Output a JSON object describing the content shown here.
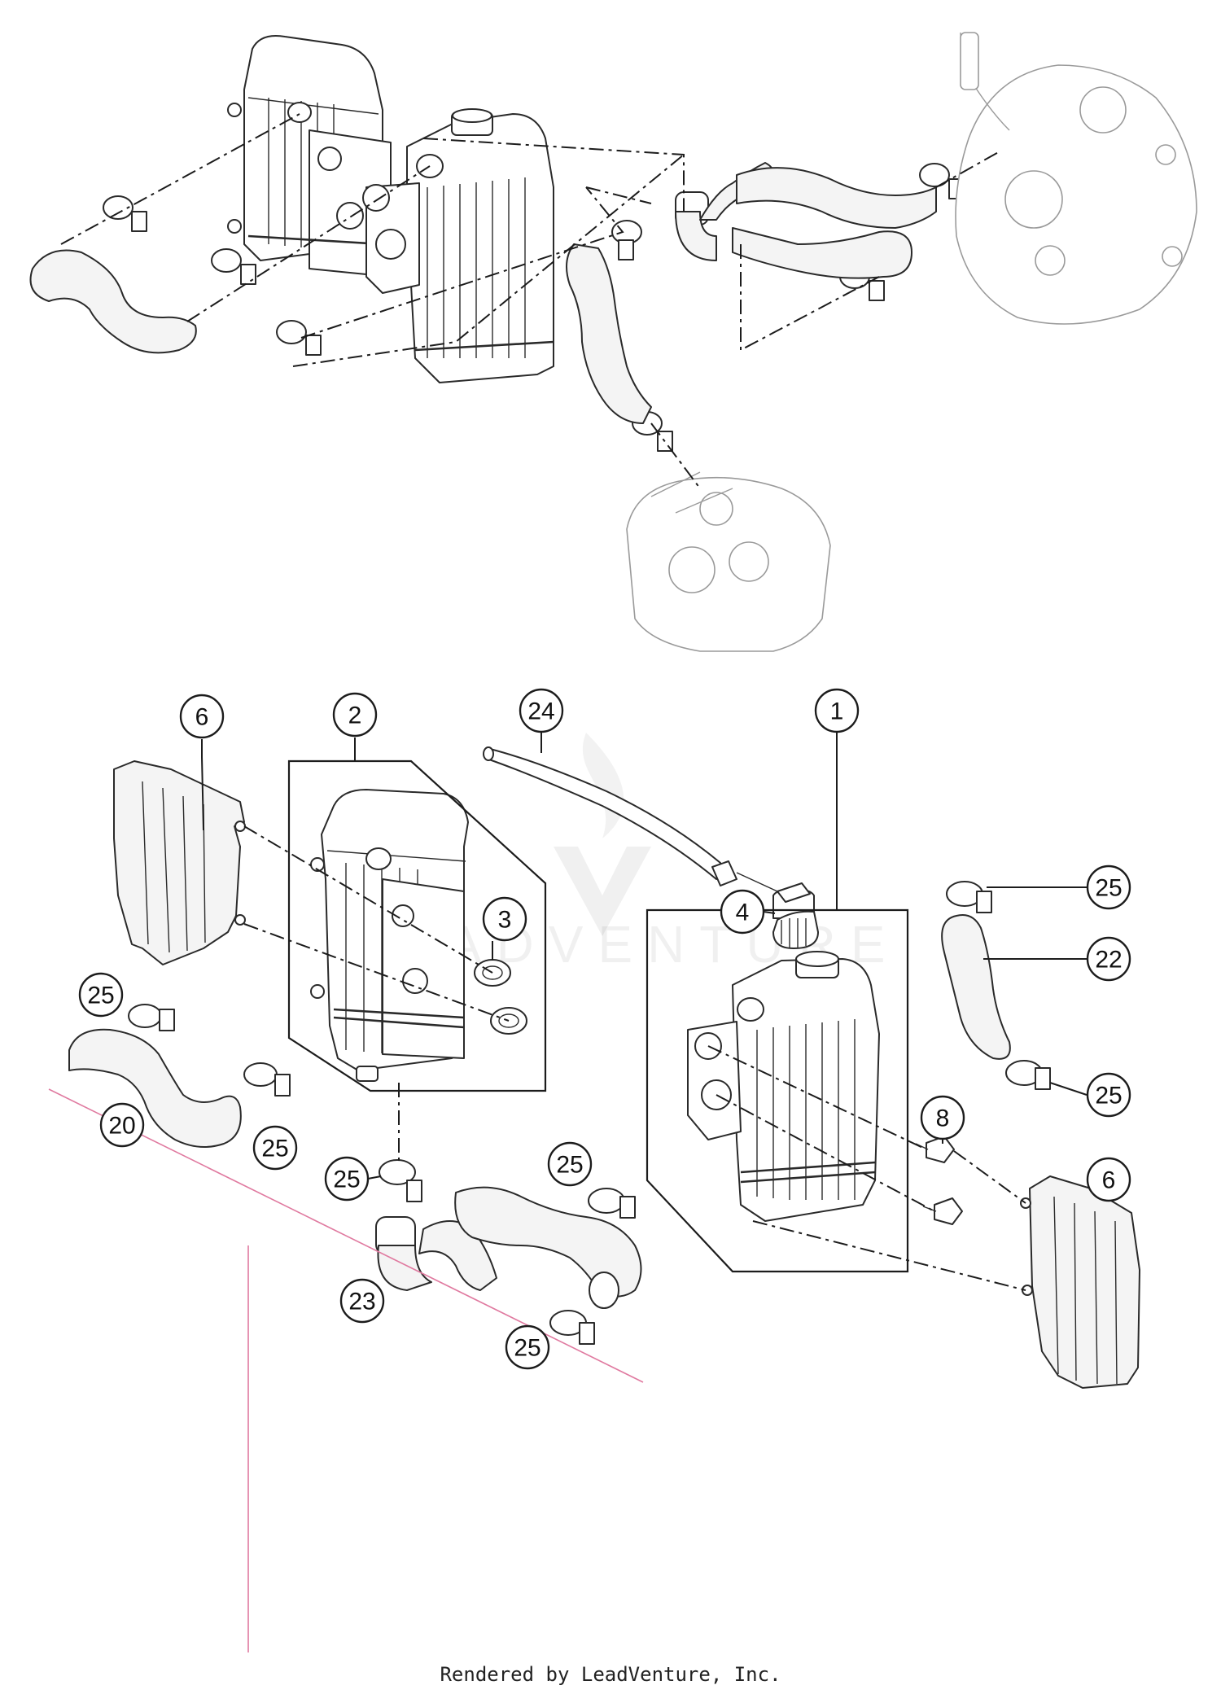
{
  "diagram": {
    "callouts": [
      {
        "id": "c1",
        "label": "1"
      },
      {
        "id": "c2",
        "label": "2"
      },
      {
        "id": "c3",
        "label": "3"
      },
      {
        "id": "c4",
        "label": "4"
      },
      {
        "id": "c6a",
        "label": "6"
      },
      {
        "id": "c6b",
        "label": "6"
      },
      {
        "id": "c8",
        "label": "8"
      },
      {
        "id": "c20",
        "label": "20"
      },
      {
        "id": "c22",
        "label": "22"
      },
      {
        "id": "c23",
        "label": "23"
      },
      {
        "id": "c24",
        "label": "24"
      },
      {
        "id": "c25a",
        "label": "25"
      },
      {
        "id": "c25b",
        "label": "25"
      },
      {
        "id": "c25c",
        "label": "25"
      },
      {
        "id": "c25d",
        "label": "25"
      },
      {
        "id": "c25e",
        "label": "25"
      },
      {
        "id": "c25f",
        "label": "25"
      },
      {
        "id": "c25g",
        "label": "25"
      },
      {
        "id": "c25h",
        "label": "25"
      }
    ],
    "watermark": "LEADVENTURE",
    "footer": "Rendered by LeadVenture, Inc."
  }
}
